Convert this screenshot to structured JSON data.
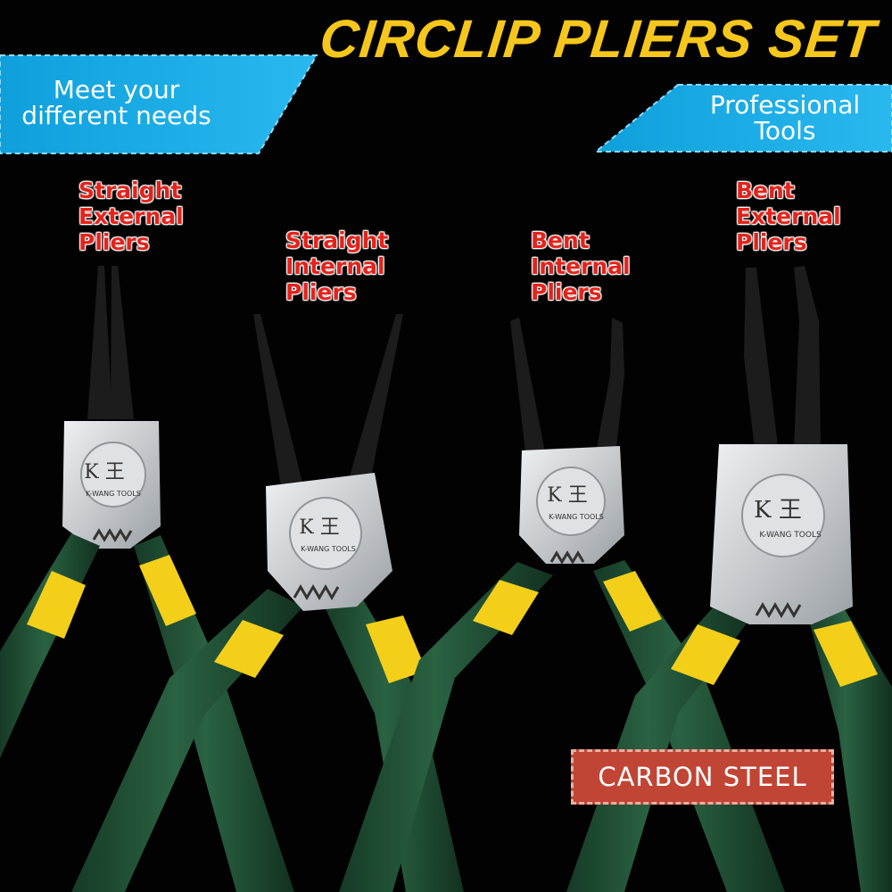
{
  "title": "CIRCLIP PLIERS SET",
  "banner_left": {
    "line1": "Meet your",
    "line2": "different needs"
  },
  "banner_right": {
    "line1": "Professional",
    "line2": "Tools"
  },
  "pliers": [
    {
      "lines": [
        "Straight",
        "External",
        "Pliers"
      ],
      "brand": "K 王",
      "brand_sub": "K-WANG TOOLS"
    },
    {
      "lines": [
        "Straight",
        "Internal",
        "Pliers"
      ],
      "brand": "K 王",
      "brand_sub": "K-WANG TOOLS"
    },
    {
      "lines": [
        "Bent",
        "Internal",
        "Pliers"
      ],
      "brand": "K 王",
      "brand_sub": "K-WANG TOOLS"
    },
    {
      "lines": [
        "Bent",
        "External",
        "Pliers"
      ],
      "brand": "K 王",
      "brand_sub": "K-WANG TOOLS"
    }
  ],
  "badge": "CARBON STEEL",
  "colors": {
    "title": "#f5c61c",
    "banner": "#1aaee6",
    "label": "#e3231b",
    "handle": "#1f4d33",
    "sleeve": "#f3cf1a",
    "metal": "#cfd3d6",
    "jaw": "#1c1c1c",
    "badge": "#c14535"
  }
}
